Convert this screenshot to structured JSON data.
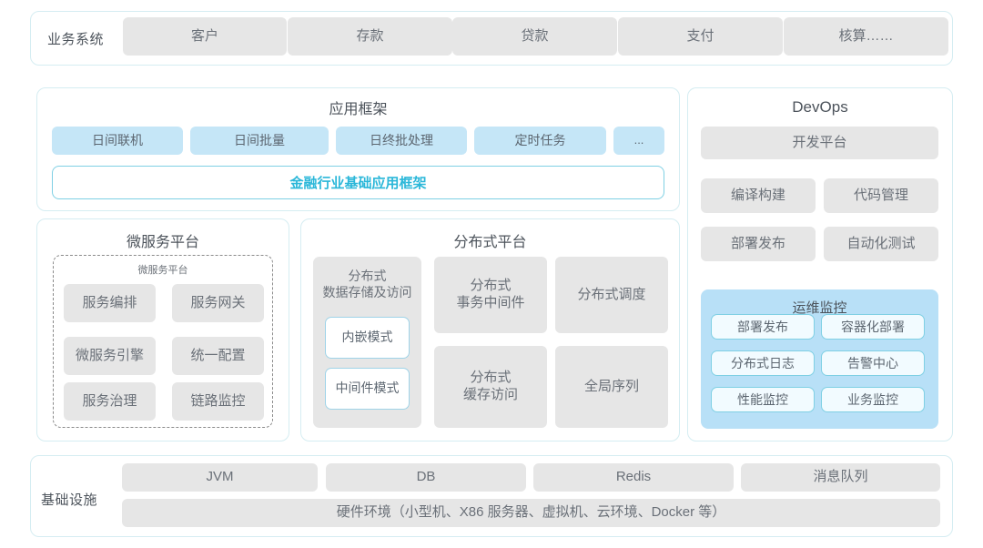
{
  "theme": {
    "card_border": "#d5edf2",
    "pill_grey": "#e6e6e6",
    "pill_blue": "#c5e6f7",
    "accent_cyan": "#2ab7d9",
    "monitor_panel": "#b8e0f7",
    "text": "#5a6068"
  },
  "business_system": {
    "label": "业务系统",
    "items": [
      "客户",
      "存款",
      "贷款",
      "支付",
      "核算……"
    ]
  },
  "app_framework": {
    "title": "应用框架",
    "items": [
      "日间联机",
      "日间批量",
      "日终批处理",
      "定时任务",
      "..."
    ],
    "foundation": "金融行业基础应用框架"
  },
  "microservice_platform": {
    "title": "微服务平台",
    "subtitle": "微服务平台",
    "items": [
      "服务编排",
      "服务网关",
      "微服务引擎",
      "统一配置",
      "服务治理",
      "链路监控"
    ]
  },
  "distributed_platform": {
    "title": "分布式平台",
    "storage": {
      "label": "分布式\n数据存储及访问",
      "label_line1": "分布式",
      "label_line2": "数据存储及访问",
      "modes": [
        "内嵌模式",
        "中间件模式"
      ]
    },
    "items": [
      {
        "line1": "分布式",
        "line2": "事务中间件"
      },
      {
        "line1": "分布式调度",
        "line2": ""
      },
      {
        "line1": "分布式",
        "line2": "缓存访问"
      },
      {
        "line1": "全局序列",
        "line2": ""
      }
    ]
  },
  "devops": {
    "title": "DevOps",
    "platform": "开发平台",
    "items": [
      "编译构建",
      "代码管理",
      "部署发布",
      "自动化测试"
    ],
    "monitoring": {
      "title": "运维监控",
      "items": [
        "部署发布",
        "容器化部署",
        "分布式日志",
        "告警中心",
        "性能监控",
        "业务监控"
      ]
    }
  },
  "infrastructure": {
    "label": "基础设施",
    "items": [
      "JVM",
      "DB",
      "Redis",
      "消息队列"
    ],
    "hardware": "硬件环境（小型机、X86 服务器、虚拟机、云环境、Docker 等）"
  }
}
